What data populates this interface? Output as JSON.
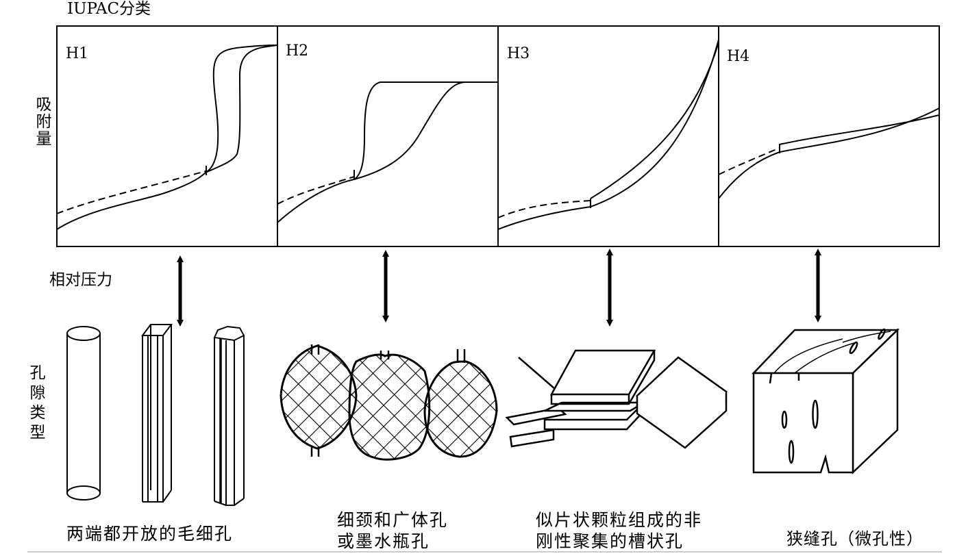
{
  "title": "IUPAC分类",
  "y_axis_label": "吸附量",
  "x_axis_label": "相对压力",
  "pore_type_label": "孔隙类型",
  "panels": [
    {
      "id": "H1",
      "label": "H1"
    },
    {
      "id": "H2",
      "label": "H2"
    },
    {
      "id": "H3",
      "label": "H3"
    },
    {
      "id": "H4",
      "label": "H4"
    }
  ],
  "captions": {
    "h1": "两端都开放的毛细孔",
    "h2_line1": "细颈和广体孔",
    "h2_line2": "或墨水瓶孔",
    "h3_line1": "似片状颗粒组成的非",
    "h3_line2": "刚性聚集的槽状孔",
    "h4": "狭缝孔（微孔性）"
  }
}
